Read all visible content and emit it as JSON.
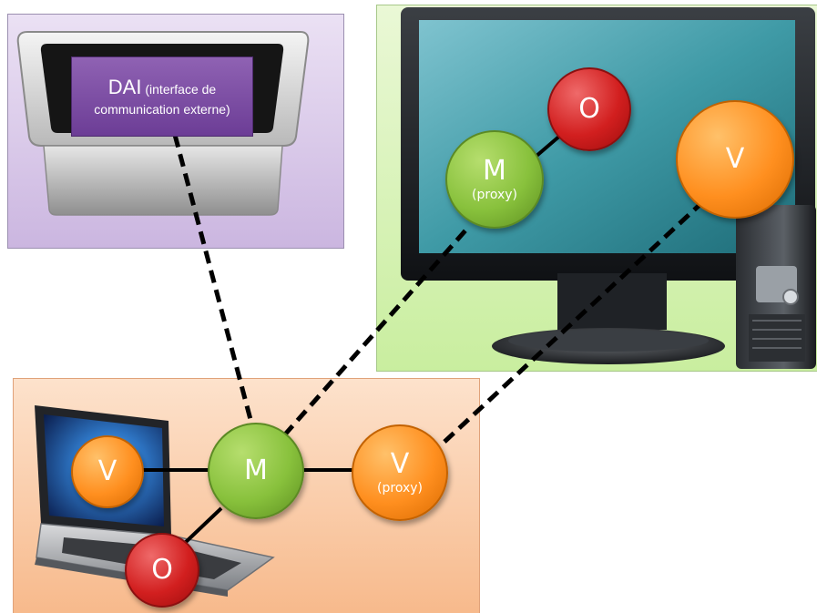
{
  "dai": {
    "title": "DAI",
    "subtitle_part1": "(interface de",
    "subtitle_part2": "communication externe)"
  },
  "nodes": {
    "monitor_o": "O",
    "monitor_m": "M",
    "monitor_m_sub": "(proxy)",
    "monitor_v": "V",
    "laptop_v": "V",
    "laptop_o": "O",
    "center_m": "M",
    "proxy_v": "V",
    "proxy_v_sub": "(proxy)"
  },
  "colors": {
    "red_node": "#d21f1f",
    "green_node": "#88c13c",
    "orange_node": "#ff8f1f",
    "purple_panel": "#cbb6e0",
    "green_panel": "#c9ee9f",
    "orange_panel": "#f7b98b",
    "dai_box": "#7a4aa3"
  },
  "icons": [
    "tablet-device-icon",
    "monitor-icon",
    "pc-tower-icon",
    "laptop-icon"
  ]
}
